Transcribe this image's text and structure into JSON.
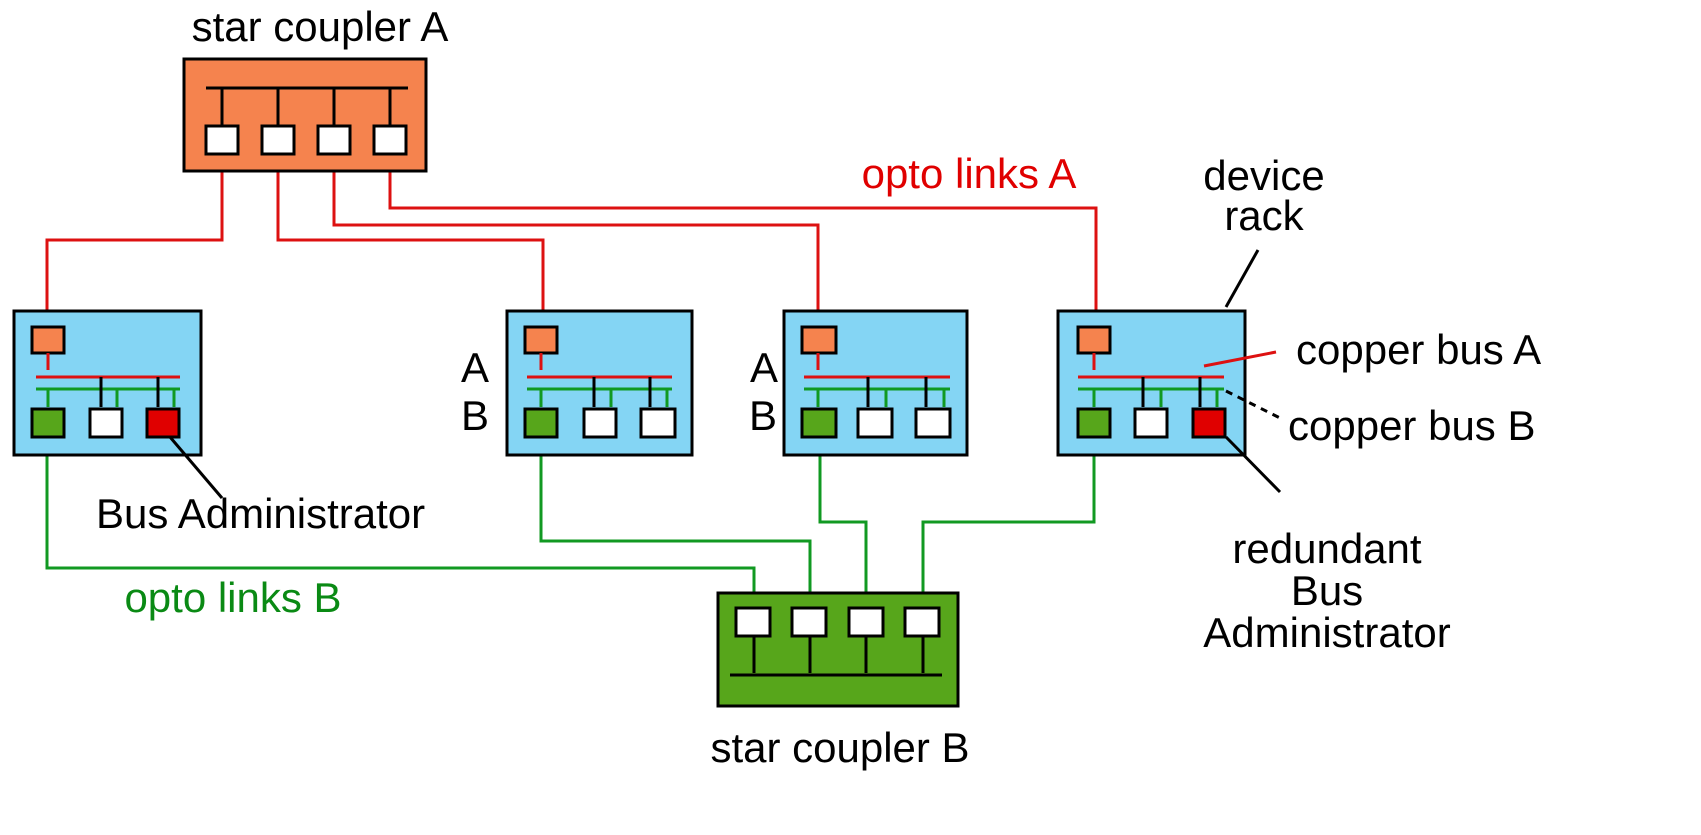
{
  "colors": {
    "coupler_a_fill": "#f5834e",
    "coupler_b_fill": "#57a61b",
    "rack_fill": "#84d5f4",
    "opto_a_port": "#f5834e",
    "opto_b_port": "#57a61b",
    "bus_admin_port": "#e00000",
    "link_a": "#dd1111",
    "link_b": "#119922",
    "copper_a": "#dd1111",
    "copper_b": "#119922"
  },
  "labels": {
    "star_coupler_a": "star coupler A",
    "star_coupler_b": "star coupler B",
    "opto_links_a": "opto links A",
    "opto_links_b": "opto links B",
    "device_rack_line1": "device",
    "device_rack_line2": "rack",
    "copper_bus_a": "copper bus A",
    "copper_bus_b": "copper bus B",
    "bus_administrator": "Bus Administrator",
    "redundant_line1": "redundant",
    "redundant_line2": "Bus",
    "redundant_line3": "Administrator",
    "rack2_a": "A",
    "rack2_b": "B",
    "rack3_a": "A",
    "rack3_b": "B"
  },
  "racks": [
    {
      "name": "rack-1",
      "devices": [
        "opto-a",
        "opto-b",
        "device",
        "bus-administrator"
      ]
    },
    {
      "name": "rack-2",
      "devices": [
        "opto-a",
        "opto-b",
        "device",
        "device"
      ]
    },
    {
      "name": "rack-3",
      "devices": [
        "opto-a",
        "opto-b",
        "device",
        "device"
      ]
    },
    {
      "name": "rack-4",
      "devices": [
        "opto-a",
        "opto-b",
        "device",
        "redundant-bus-administrator"
      ]
    }
  ],
  "star_couplers": [
    {
      "name": "star-coupler-a",
      "ports": 4
    },
    {
      "name": "star-coupler-b",
      "ports": 4
    }
  ]
}
